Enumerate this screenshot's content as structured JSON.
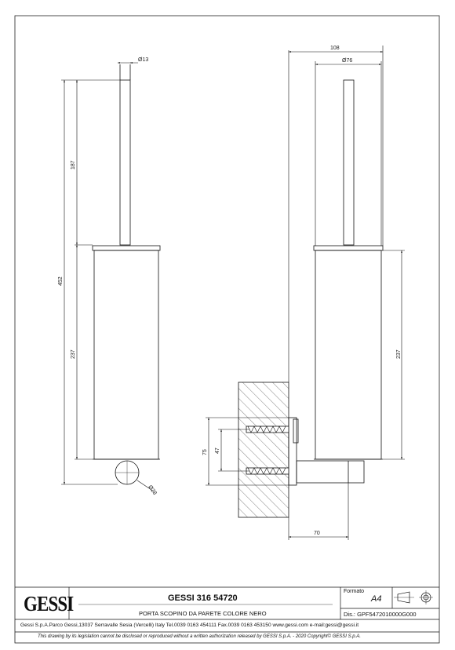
{
  "dimensions": {
    "rod_diameter": "Ø13",
    "cup_diameter": "Ø76",
    "depth": "108",
    "total_height": "452",
    "rod_length": "187",
    "cup_height_left": "237",
    "cup_height_right": "237",
    "fix_outer": "75",
    "fix_inner": "47",
    "wall_offset": "70",
    "knob_diameter": "Ø28"
  },
  "title_block": {
    "logo_text": "GESSI",
    "product_code": "GESSI 316 54720",
    "description": "PORTA SCOPINO DA PARETE COLORE NERO",
    "format_label": "Formato",
    "format_value": "A4",
    "drawing_number": "Dis.: GPF5472010000G000",
    "company_line": "Gessi S.p.A.Parco Gessi,13037 Serravalle Sesia (Vercelli) Italy Tel.0039 0163 454111 Fax.0039 0163 453150 www.gessi.com e-mail:gessi@gessi.it",
    "copyright_line": "This drawing by its legislation cannot be disclosed or reproduced without a written authorization released by GESSI S.p.A. - 2020 Copyright© GESSI S.p.A."
  }
}
